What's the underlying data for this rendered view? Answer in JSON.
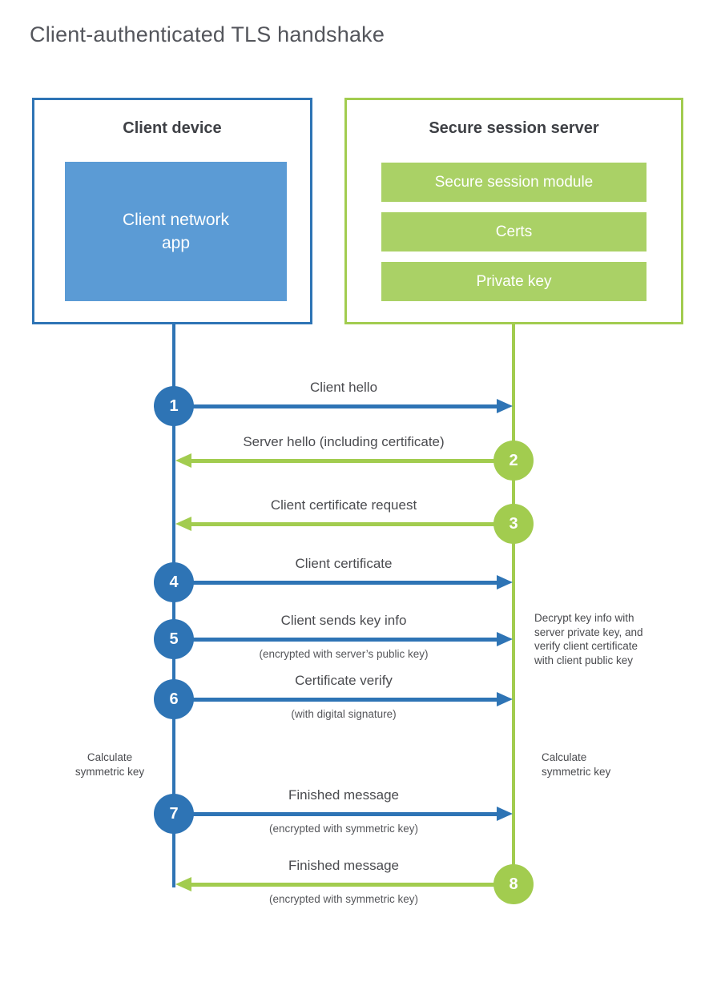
{
  "title": "Client-authenticated TLS handshake",
  "colors": {
    "blue": "#2e74b5",
    "blue_fill": "#5b9bd5",
    "green": "#a2cc4f",
    "green_fill": "#aad166"
  },
  "client": {
    "title": "Client device",
    "app_label": "Client network\napp"
  },
  "server": {
    "title": "Secure session server",
    "modules": [
      "Secure session module",
      "Certs",
      "Private key"
    ]
  },
  "messages": [
    {
      "num": "1",
      "from": "client",
      "label": "Client hello",
      "sub": ""
    },
    {
      "num": "2",
      "from": "server",
      "label": "Server hello (including certificate)",
      "sub": ""
    },
    {
      "num": "3",
      "from": "server",
      "label": "Client certificate request",
      "sub": ""
    },
    {
      "num": "4",
      "from": "client",
      "label": "Client certificate",
      "sub": ""
    },
    {
      "num": "5",
      "from": "client",
      "label": "Client sends key info",
      "sub": "(encrypted with server’s public key)"
    },
    {
      "num": "6",
      "from": "client",
      "label": "Certificate verify",
      "sub": "(with digital signature)"
    },
    {
      "num": "7",
      "from": "client",
      "label": "Finished message",
      "sub": "(encrypted with symmetric key)"
    },
    {
      "num": "8",
      "from": "server",
      "label": "Finished message",
      "sub": "(encrypted with symmetric key)"
    }
  ],
  "notes": {
    "decrypt": [
      "Decrypt key info with",
      "server private key, and",
      "verify client certificate",
      "with client public key"
    ],
    "calc_left": [
      "Calculate",
      "symmetric key"
    ],
    "calc_right": [
      "Calculate",
      "symmetric key"
    ]
  }
}
